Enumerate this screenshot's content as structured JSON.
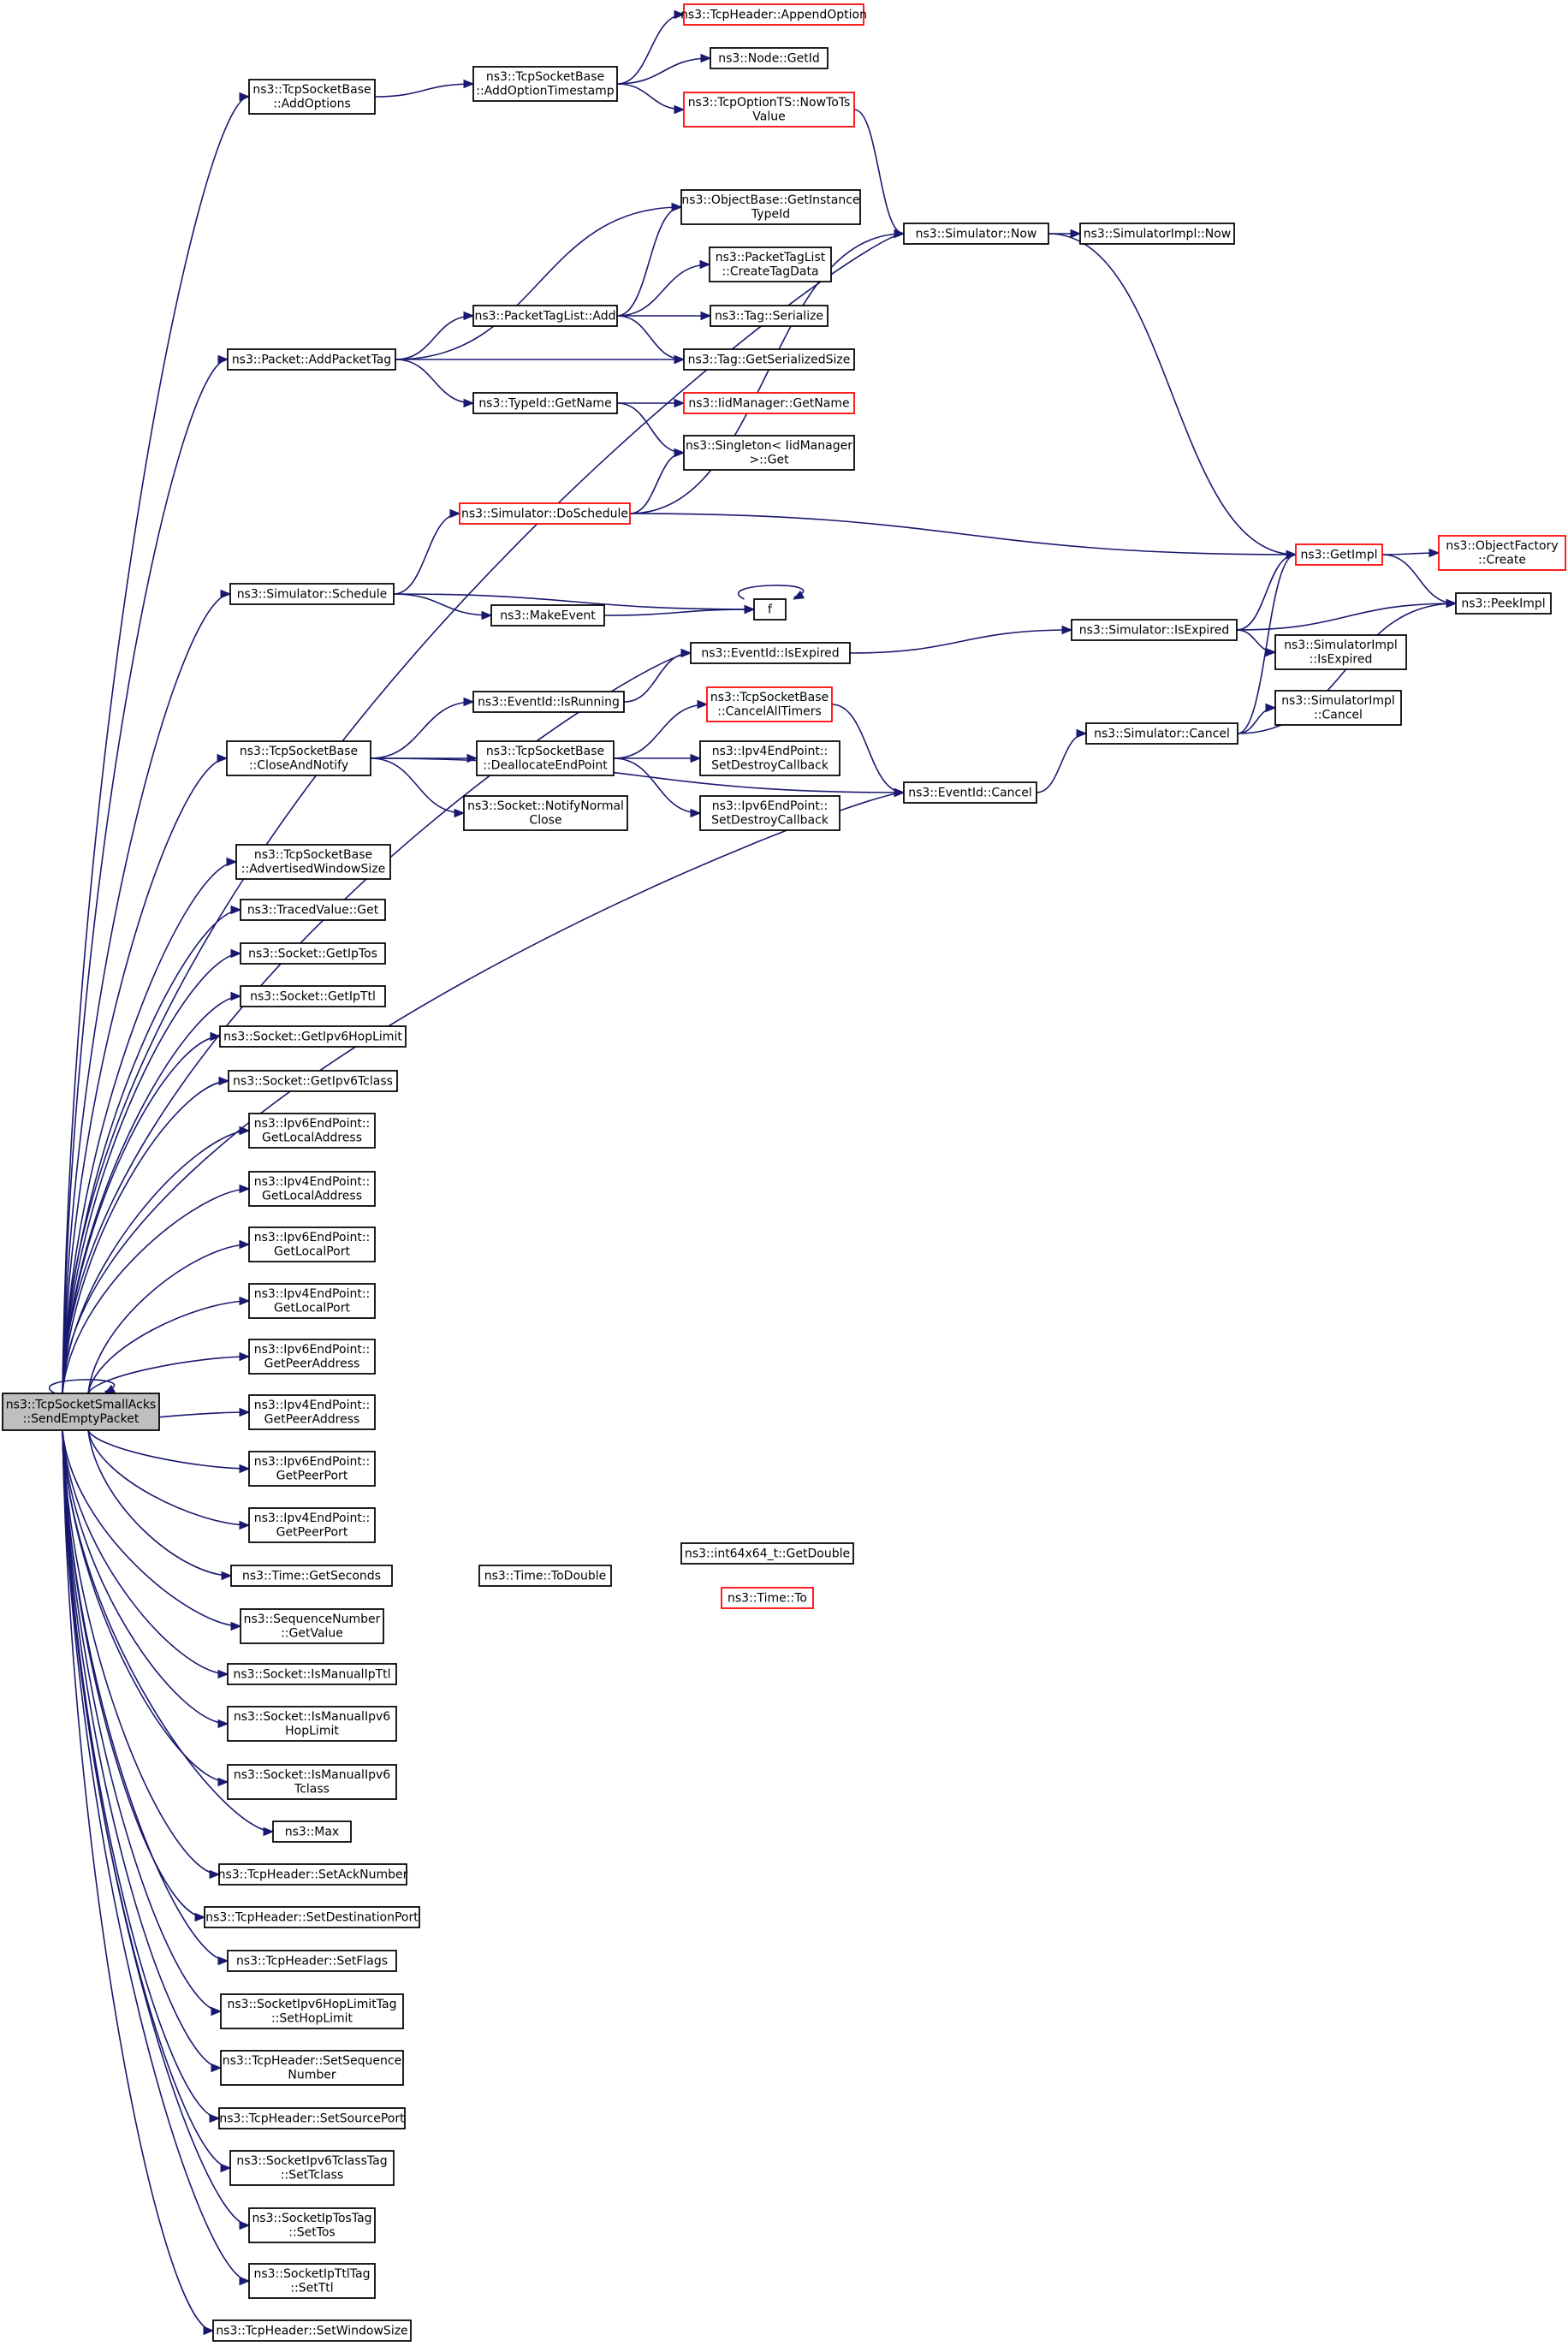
{
  "diagram": {
    "type": "call-graph",
    "root": "n0",
    "nodes": [
      {
        "id": "n0",
        "lines": [
          "ns3::TcpSocketSmallAcks",
          "::SendEmptyPacket"
        ],
        "style": "root"
      },
      {
        "id": "n1",
        "lines": [
          "ns3::TcpSocketBase",
          "::AddOptions"
        ],
        "style": "normal"
      },
      {
        "id": "n2",
        "lines": [
          "ns3::TcpSocketBase",
          "::AddOptionTimestamp"
        ],
        "style": "normal"
      },
      {
        "id": "n3",
        "lines": [
          "ns3::TcpHeader::AppendOption"
        ],
        "style": "red"
      },
      {
        "id": "n4",
        "lines": [
          "ns3::Node::GetId"
        ],
        "style": "normal"
      },
      {
        "id": "n5",
        "lines": [
          "ns3::TcpOptionTS::NowToTs",
          "Value"
        ],
        "style": "red"
      },
      {
        "id": "n6",
        "lines": [
          "ns3::Simulator::Now"
        ],
        "style": "normal"
      },
      {
        "id": "n7",
        "lines": [
          "ns3::SimulatorImpl::Now"
        ],
        "style": "normal"
      },
      {
        "id": "n8",
        "lines": [
          "ns3::ObjectBase::GetInstance",
          "TypeId"
        ],
        "style": "normal"
      },
      {
        "id": "n9",
        "lines": [
          "ns3::PacketTagList",
          "::CreateTagData"
        ],
        "style": "normal"
      },
      {
        "id": "n10",
        "lines": [
          "ns3::PacketTagList::Add"
        ],
        "style": "normal"
      },
      {
        "id": "n11",
        "lines": [
          "ns3::Tag::Serialize"
        ],
        "style": "normal"
      },
      {
        "id": "n12",
        "lines": [
          "ns3::Packet::AddPacketTag"
        ],
        "style": "normal"
      },
      {
        "id": "n13",
        "lines": [
          "ns3::Tag::GetSerializedSize"
        ],
        "style": "normal"
      },
      {
        "id": "n14",
        "lines": [
          "ns3::TypeId::GetName"
        ],
        "style": "normal"
      },
      {
        "id": "n15",
        "lines": [
          "ns3::IidManager::GetName"
        ],
        "style": "red"
      },
      {
        "id": "n16",
        "lines": [
          "ns3::Singleton< IidManager",
          ">::Get"
        ],
        "style": "normal"
      },
      {
        "id": "n17",
        "lines": [
          "ns3::Simulator::DoSchedule"
        ],
        "style": "red"
      },
      {
        "id": "n18",
        "lines": [
          "ns3::GetImpl"
        ],
        "style": "red"
      },
      {
        "id": "n19",
        "lines": [
          "ns3::ObjectFactory",
          "::Create"
        ],
        "style": "red"
      },
      {
        "id": "n20",
        "lines": [
          "ns3::PeekImpl"
        ],
        "style": "normal"
      },
      {
        "id": "n21",
        "lines": [
          "ns3::Simulator::Schedule"
        ],
        "style": "normal"
      },
      {
        "id": "n22",
        "lines": [
          "f"
        ],
        "style": "normal"
      },
      {
        "id": "n23",
        "lines": [
          "ns3::MakeEvent"
        ],
        "style": "normal"
      },
      {
        "id": "n24",
        "lines": [
          "ns3::EventId::IsExpired"
        ],
        "style": "normal"
      },
      {
        "id": "n25",
        "lines": [
          "ns3::Simulator::IsExpired"
        ],
        "style": "normal"
      },
      {
        "id": "n26",
        "lines": [
          "ns3::SimulatorImpl",
          "::IsExpired"
        ],
        "style": "normal"
      },
      {
        "id": "n27",
        "lines": [
          "ns3::EventId::IsRunning"
        ],
        "style": "normal"
      },
      {
        "id": "n28",
        "lines": [
          "ns3::TcpSocketBase",
          "::CancelAllTimers"
        ],
        "style": "red"
      },
      {
        "id": "n29",
        "lines": [
          "ns3::TcpSocketBase",
          "::CloseAndNotify"
        ],
        "style": "normal"
      },
      {
        "id": "n30",
        "lines": [
          "ns3::TcpSocketBase",
          "::DeallocateEndPoint"
        ],
        "style": "normal"
      },
      {
        "id": "n31",
        "lines": [
          "ns3::Ipv4EndPoint::",
          "SetDestroyCallback"
        ],
        "style": "normal"
      },
      {
        "id": "n32",
        "lines": [
          "ns3::Simulator::Cancel"
        ],
        "style": "normal"
      },
      {
        "id": "n33",
        "lines": [
          "ns3::SimulatorImpl",
          "::Cancel"
        ],
        "style": "normal"
      },
      {
        "id": "n34",
        "lines": [
          "ns3::EventId::Cancel"
        ],
        "style": "normal"
      },
      {
        "id": "n35",
        "lines": [
          "ns3::Socket::NotifyNormal",
          "Close"
        ],
        "style": "normal"
      },
      {
        "id": "n36",
        "lines": [
          "ns3::Ipv6EndPoint::",
          "SetDestroyCallback"
        ],
        "style": "normal"
      },
      {
        "id": "n37",
        "lines": [
          "ns3::TcpSocketBase",
          "::AdvertisedWindowSize"
        ],
        "style": "normal"
      },
      {
        "id": "n38",
        "lines": [
          "ns3::TracedValue::Get"
        ],
        "style": "normal"
      },
      {
        "id": "n39",
        "lines": [
          "ns3::Socket::GetIpTos"
        ],
        "style": "normal"
      },
      {
        "id": "n40",
        "lines": [
          "ns3::Socket::GetIpTtl"
        ],
        "style": "normal"
      },
      {
        "id": "n41",
        "lines": [
          "ns3::Socket::GetIpv6HopLimit"
        ],
        "style": "normal"
      },
      {
        "id": "n42",
        "lines": [
          "ns3::Socket::GetIpv6Tclass"
        ],
        "style": "normal"
      },
      {
        "id": "n43",
        "lines": [
          "ns3::Ipv6EndPoint::",
          "GetLocalAddress"
        ],
        "style": "normal"
      },
      {
        "id": "n44",
        "lines": [
          "ns3::Ipv4EndPoint::",
          "GetLocalAddress"
        ],
        "style": "normal"
      },
      {
        "id": "n45",
        "lines": [
          "ns3::Ipv6EndPoint::",
          "GetLocalPort"
        ],
        "style": "normal"
      },
      {
        "id": "n46",
        "lines": [
          "ns3::Ipv4EndPoint::",
          "GetLocalPort"
        ],
        "style": "normal"
      },
      {
        "id": "n47",
        "lines": [
          "ns3::Ipv6EndPoint::",
          "GetPeerAddress"
        ],
        "style": "normal"
      },
      {
        "id": "n48",
        "lines": [
          "ns3::Ipv4EndPoint::",
          "GetPeerAddress"
        ],
        "style": "normal"
      },
      {
        "id": "n49",
        "lines": [
          "ns3::Ipv6EndPoint::",
          "GetPeerPort"
        ],
        "style": "normal"
      },
      {
        "id": "n50",
        "lines": [
          "ns3::Ipv4EndPoint::",
          "GetPeerPort"
        ],
        "style": "normal"
      },
      {
        "id": "n51",
        "lines": [
          "ns3::Time::GetSeconds"
        ],
        "style": "normal"
      },
      {
        "id": "n52",
        "lines": [
          "ns3::Time::ToDouble"
        ],
        "style": "normal"
      },
      {
        "id": "n53",
        "lines": [
          "ns3::int64x64_t::GetDouble"
        ],
        "style": "normal"
      },
      {
        "id": "n54",
        "lines": [
          "ns3::Time::To"
        ],
        "style": "red"
      },
      {
        "id": "n55",
        "lines": [
          "ns3::SequenceNumber",
          "::GetValue"
        ],
        "style": "normal"
      },
      {
        "id": "n56",
        "lines": [
          "ns3::Socket::IsManualIpTtl"
        ],
        "style": "normal"
      },
      {
        "id": "n57",
        "lines": [
          "ns3::Socket::IsManualIpv6",
          "HopLimit"
        ],
        "style": "normal"
      },
      {
        "id": "n58",
        "lines": [
          "ns3::Socket::IsManualIpv6",
          "Tclass"
        ],
        "style": "normal"
      },
      {
        "id": "n59",
        "lines": [
          "ns3::Max"
        ],
        "style": "normal"
      },
      {
        "id": "n60",
        "lines": [
          "ns3::TcpHeader::SetAckNumber"
        ],
        "style": "normal"
      },
      {
        "id": "n61",
        "lines": [
          "ns3::TcpHeader::SetDestinationPort"
        ],
        "style": "normal"
      },
      {
        "id": "n62",
        "lines": [
          "ns3::TcpHeader::SetFlags"
        ],
        "style": "normal"
      },
      {
        "id": "n63",
        "lines": [
          "ns3::SocketIpv6HopLimitTag",
          "::SetHopLimit"
        ],
        "style": "normal"
      },
      {
        "id": "n64",
        "lines": [
          "ns3::TcpHeader::SetSequence",
          "Number"
        ],
        "style": "normal"
      },
      {
        "id": "n65",
        "lines": [
          "ns3::TcpHeader::SetSourcePort"
        ],
        "style": "normal"
      },
      {
        "id": "n66",
        "lines": [
          "ns3::SocketIpv6TclassTag",
          "::SetTclass"
        ],
        "style": "normal"
      },
      {
        "id": "n67",
        "lines": [
          "ns3::SocketIpTosTag",
          "::SetTos"
        ],
        "style": "normal"
      },
      {
        "id": "n68",
        "lines": [
          "ns3::SocketIpTtlTag",
          "::SetTtl"
        ],
        "style": "normal"
      },
      {
        "id": "n69",
        "lines": [
          "ns3::TcpHeader::SetWindowSize"
        ],
        "style": "normal"
      }
    ],
    "edges": [
      [
        "n0",
        "n0"
      ],
      [
        "n0",
        "n1"
      ],
      [
        "n0",
        "n6"
      ],
      [
        "n0",
        "n12"
      ],
      [
        "n0",
        "n21"
      ],
      [
        "n0",
        "n24"
      ],
      [
        "n0",
        "n29"
      ],
      [
        "n0",
        "n34"
      ],
      [
        "n0",
        "n37"
      ],
      [
        "n0",
        "n38"
      ],
      [
        "n0",
        "n39"
      ],
      [
        "n0",
        "n40"
      ],
      [
        "n0",
        "n41"
      ],
      [
        "n0",
        "n42"
      ],
      [
        "n0",
        "n43"
      ],
      [
        "n0",
        "n44"
      ],
      [
        "n0",
        "n45"
      ],
      [
        "n0",
        "n46"
      ],
      [
        "n0",
        "n47"
      ],
      [
        "n0",
        "n48"
      ],
      [
        "n0",
        "n49"
      ],
      [
        "n0",
        "n50"
      ],
      [
        "n0",
        "n51"
      ],
      [
        "n0",
        "n55"
      ],
      [
        "n0",
        "n56"
      ],
      [
        "n0",
        "n57"
      ],
      [
        "n0",
        "n58"
      ],
      [
        "n0",
        "n59"
      ],
      [
        "n0",
        "n60"
      ],
      [
        "n0",
        "n61"
      ],
      [
        "n0",
        "n62"
      ],
      [
        "n0",
        "n63"
      ],
      [
        "n0",
        "n64"
      ],
      [
        "n0",
        "n65"
      ],
      [
        "n0",
        "n66"
      ],
      [
        "n0",
        "n67"
      ],
      [
        "n0",
        "n68"
      ],
      [
        "n0",
        "n69"
      ],
      [
        "n1",
        "n2"
      ],
      [
        "n2",
        "n3"
      ],
      [
        "n2",
        "n4"
      ],
      [
        "n2",
        "n5"
      ],
      [
        "n5",
        "n6"
      ],
      [
        "n6",
        "n7"
      ],
      [
        "n6",
        "n18"
      ],
      [
        "n12",
        "n8"
      ],
      [
        "n12",
        "n10"
      ],
      [
        "n12",
        "n13"
      ],
      [
        "n12",
        "n14"
      ],
      [
        "n10",
        "n8"
      ],
      [
        "n10",
        "n9"
      ],
      [
        "n10",
        "n11"
      ],
      [
        "n10",
        "n13"
      ],
      [
        "n14",
        "n15"
      ],
      [
        "n14",
        "n16"
      ],
      [
        "n17",
        "n16"
      ],
      [
        "n17",
        "n6"
      ],
      [
        "n17",
        "n18"
      ],
      [
        "n18",
        "n19"
      ],
      [
        "n18",
        "n20"
      ],
      [
        "n21",
        "n17"
      ],
      [
        "n21",
        "n22"
      ],
      [
        "n21",
        "n23"
      ],
      [
        "n22",
        "n22"
      ],
      [
        "n23",
        "n22"
      ],
      [
        "n24",
        "n25"
      ],
      [
        "n25",
        "n18"
      ],
      [
        "n25",
        "n20"
      ],
      [
        "n25",
        "n26"
      ],
      [
        "n27",
        "n24"
      ],
      [
        "n29",
        "n27"
      ],
      [
        "n29",
        "n30"
      ],
      [
        "n29",
        "n35"
      ],
      [
        "n29",
        "n34"
      ],
      [
        "n30",
        "n28"
      ],
      [
        "n30",
        "n31"
      ],
      [
        "n30",
        "n36"
      ],
      [
        "n28",
        "n34"
      ],
      [
        "n34",
        "n32"
      ],
      [
        "n32",
        "n18"
      ],
      [
        "n32",
        "n33"
      ],
      [
        "n32",
        "n20"
      ]
    ]
  }
}
